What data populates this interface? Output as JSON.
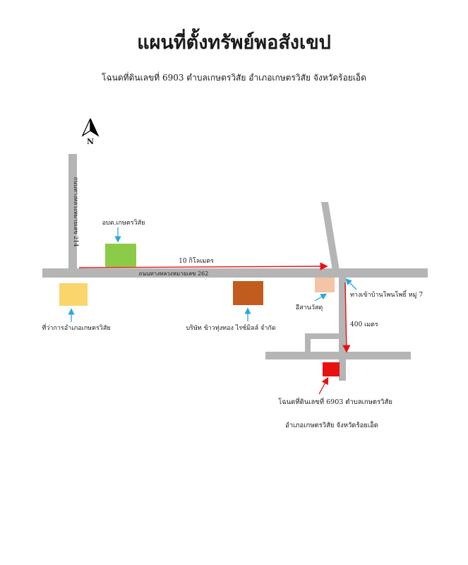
{
  "title": "แผนที่ตั้งทรัพย์พอสังเขป",
  "subtitle": "โฉนดที่ดินเลขที่ 6903 ตำบลเกษตรวิสัย อำเภอเกษตรวิสัย จังหวัดร้อยเอ็ด",
  "compass": {
    "label": "N",
    "icon": "north-arrow-icon"
  },
  "roads": {
    "vertical_left_label": "ถนนทางหลวงหมายเลข 214",
    "main_label": "ถนนทางหลวงหมายเลข 262"
  },
  "distances": {
    "main": "10 กิโลเมตร",
    "branch": "400 เมตร"
  },
  "landmarks": {
    "obtor_label": "อบต.เกษตรวิสัย",
    "district_office_label": "ที่ว่าการอำเภอเกษตรวิสัย",
    "rice_mill_label": "บริษัท ข้าวทุ่งทอง ไรซ์มิลล์ จำกัด",
    "isan_label": "อีสานวัสดุ",
    "branch_road_label": "ทางเข้าบ้านโพนโพธิ์ หมู่ 7",
    "property_label_line1": "โฉนดที่ดินเลขที่ 6903 ตำบลเกษตรวิสัย",
    "property_label_line2": "อำเภอเกษตรวิสัย จังหวัดร้อยเอ็ด"
  },
  "colors": {
    "road": "#b5b5b5",
    "obtor": "#8ccb48",
    "district_office": "#f9d56b",
    "rice_mill": "#c25b1e",
    "isan": "#f5c3a6",
    "property": "#e81010",
    "pointer": "#2aa7df",
    "route": "#e81010"
  }
}
